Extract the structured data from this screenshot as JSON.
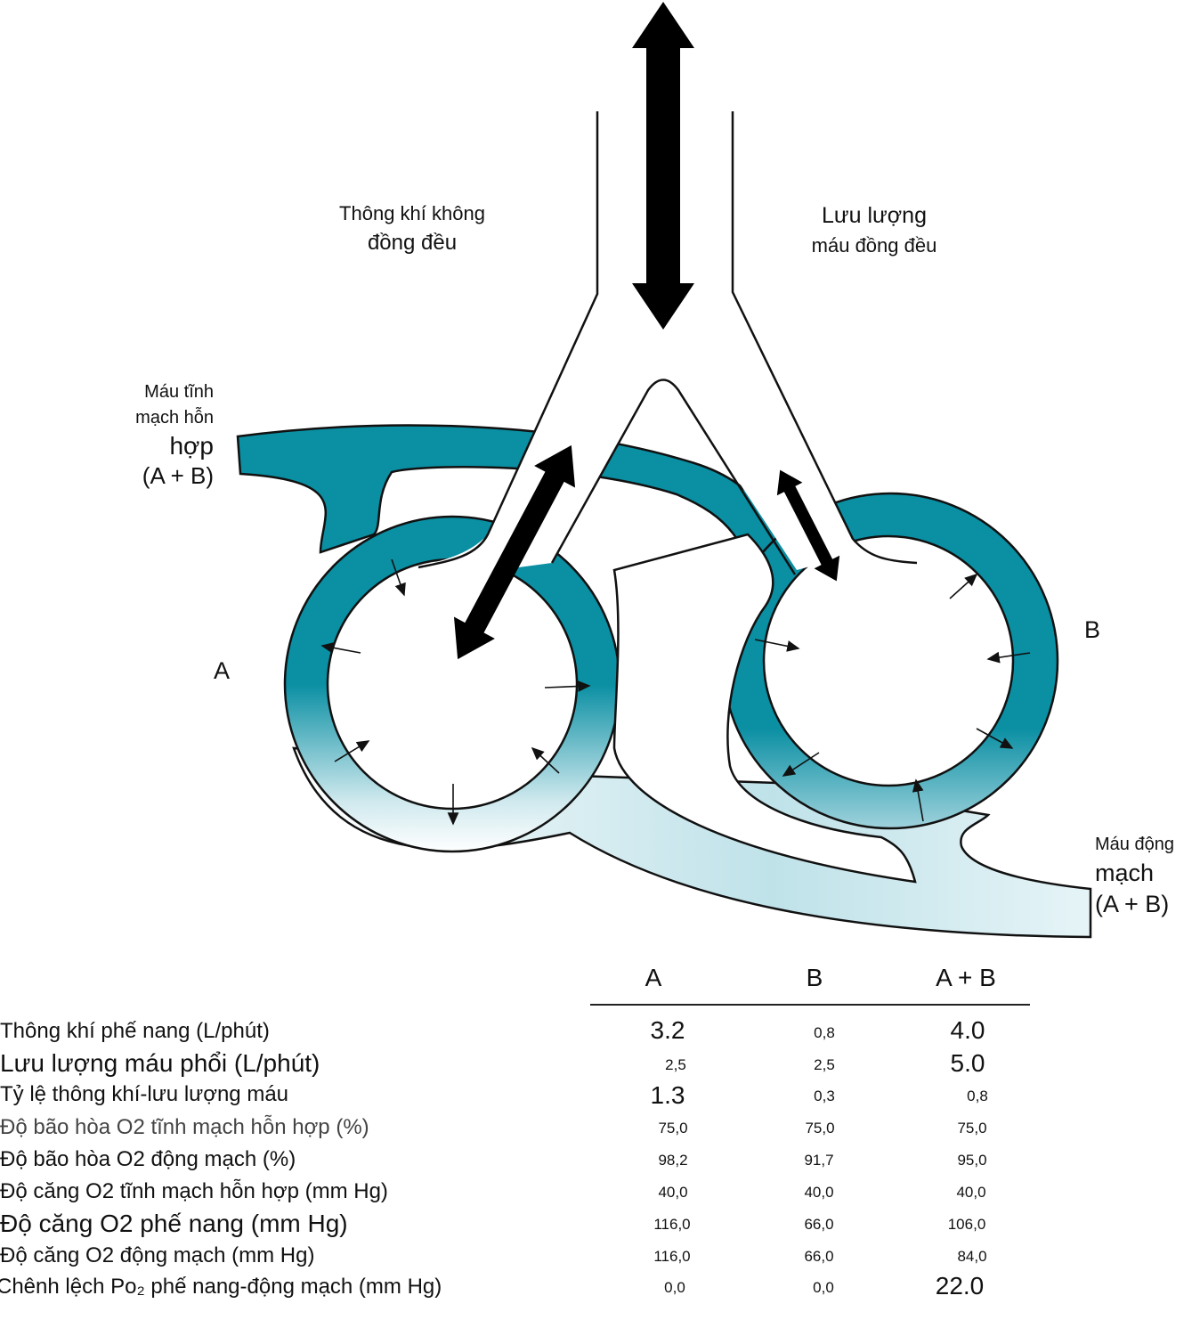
{
  "labels": {
    "ventilation_line1": "Thông khí không",
    "ventilation_line2": "đồng đều",
    "blood_flow_line1": "Lưu lượng",
    "blood_flow_line2": "máu đồng đều",
    "venous_line1": "Máu tĩnh",
    "venous_line2": "mạch hỗn",
    "venous_line3": "hợp",
    "venous_line4": "(A + B)",
    "arterial_line1": "Máu động",
    "arterial_line2": "mạch",
    "arterial_line3": "(A + B)",
    "alveolus_a": "A",
    "alveolus_b": "B"
  },
  "colors": {
    "blood_teal": "#0a8fa3",
    "outline": "#111111"
  },
  "table": {
    "headers": [
      "A",
      "B",
      "A + B"
    ],
    "rows": [
      {
        "name": "Thông khí phế nang (L/phút)",
        "values": [
          "3.2",
          "0,8",
          "4.0"
        ]
      },
      {
        "name": "Lưu lượng máu phổi (L/phút)",
        "values": [
          "2,5",
          "2,5",
          "5.0"
        ]
      },
      {
        "name": "Tỷ lệ thông khí-lưu lượng máu",
        "values": [
          "1.3",
          "0,3",
          "0,8"
        ]
      },
      {
        "name": "Độ bão hòa O2 tĩnh mạch hỗn hợp (%)",
        "values": [
          "75,0",
          "75,0",
          "75,0"
        ]
      },
      {
        "name": "Độ bão hòa O2 động mạch (%)",
        "values": [
          "98,2",
          "91,7",
          "95,0"
        ]
      },
      {
        "name": "Độ căng O2 tĩnh mạch hỗn hợp (mm Hg)",
        "values": [
          "40,0",
          "40,0",
          "40,0"
        ]
      },
      {
        "name": "Độ căng O2 phế nang (mm Hg)",
        "values": [
          "116,0",
          "66,0",
          "106,0"
        ]
      },
      {
        "name": "Độ căng O2 động mạch (mm Hg)",
        "values": [
          "116,0",
          "66,0",
          "84,0"
        ]
      },
      {
        "name": "Chênh lệch Po₂ phế nang-động mạch (mm Hg)",
        "values": [
          "0,0",
          "0,0",
          "22.0"
        ]
      }
    ]
  }
}
